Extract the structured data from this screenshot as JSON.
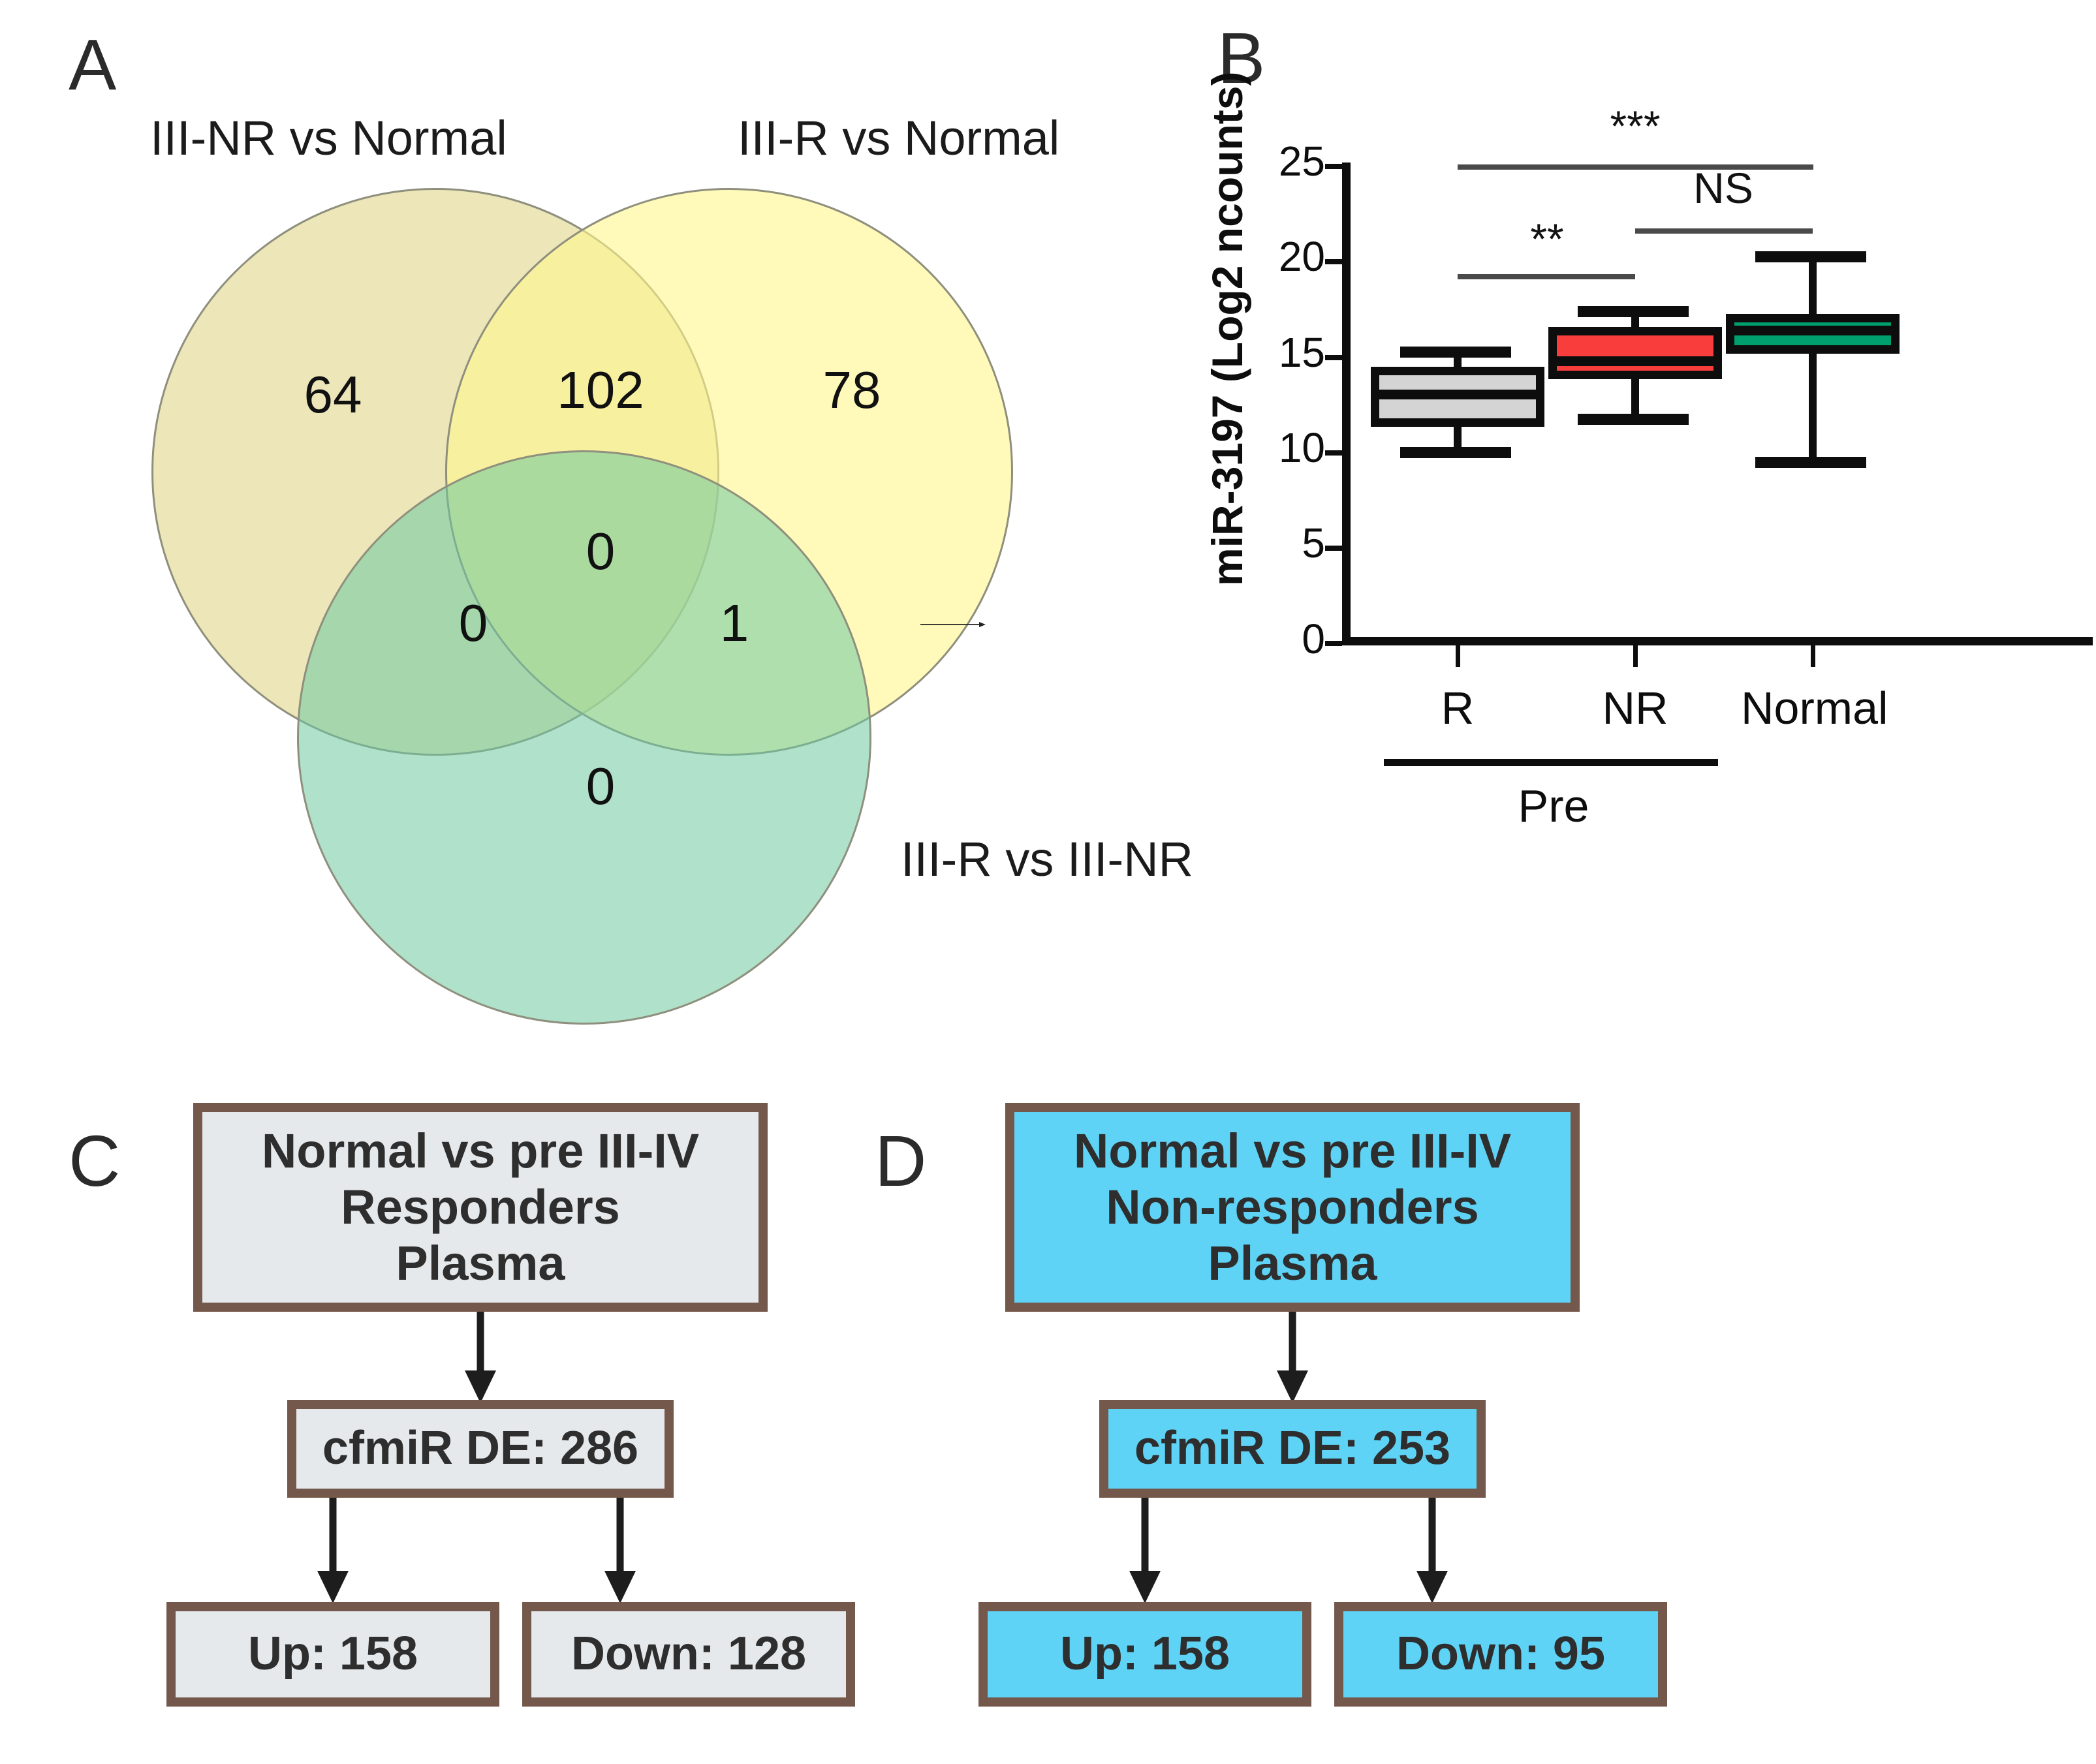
{
  "panels": {
    "a": {
      "letter": "A",
      "titles": {
        "left": "III-NR vs Normal",
        "right": "III-R vs Normal",
        "bottom": "III-R vs III-NR"
      },
      "colors": {
        "left_circle": "#efe8b8",
        "right_circle": "#fffbcc",
        "bottom_circle": "#9dd4ba",
        "outline": "#8f8f7e"
      },
      "counts": {
        "left_only": "64",
        "left_right": "102",
        "right_only": "78",
        "center_all": "0",
        "left_bottom": "0",
        "right_bottom": "1",
        "bottom_only": "0"
      }
    },
    "b": {
      "letter": "B"
    },
    "c": {
      "letter": "C",
      "top_box": "Normal vs pre III-IV\nResponders\nPlasma",
      "mid_box": "cfmiR DE: 286",
      "left_box": "Up: 158",
      "right_box": "Down: 128",
      "fill": "#e5e9ec",
      "border": "#74584b"
    },
    "d": {
      "letter": "D",
      "top_box": "Normal vs pre III-IV\nNon-responders\nPlasma",
      "mid_box": "cfmiR DE: 253",
      "left_box": "Up: 158",
      "right_box": "Down: 95",
      "fill": "#5fd3f5",
      "border": "#74584b"
    }
  },
  "chart_data": {
    "type": "box",
    "title": "",
    "xlabel": "",
    "ylabel": "miR-3197 (Log2 ncounts)",
    "ylim": [
      0,
      25
    ],
    "yticks": [
      "0",
      "5",
      "10",
      "15",
      "20",
      "25"
    ],
    "categories": [
      "R",
      "NR",
      "Normal"
    ],
    "group_bracket": {
      "label": "Pre",
      "spans": [
        "R",
        "NR"
      ]
    },
    "series": [
      {
        "name": "R",
        "color": "#d4d4d4",
        "whisker_low": 10.4,
        "q1": 11.7,
        "median": 13.4,
        "q3": 14.6,
        "whisker_high": 15.5
      },
      {
        "name": "NR",
        "color": "#f93c3c",
        "whisker_low": 12.0,
        "q1": 14.0,
        "median": 15.1,
        "q3": 16.5,
        "whisker_high": 17.5
      },
      {
        "name": "Normal",
        "color": "#00a06e",
        "whisker_low": 10.0,
        "q1": 15.3,
        "median": 16.6,
        "q3": 17.2,
        "whisker_high": 20.4
      }
    ],
    "significance": [
      {
        "label": "**",
        "from": "R",
        "to": "NR"
      },
      {
        "label": "***",
        "from": "R",
        "to": "Normal"
      },
      {
        "label": "NS",
        "from": "NR",
        "to": "Normal"
      }
    ]
  }
}
